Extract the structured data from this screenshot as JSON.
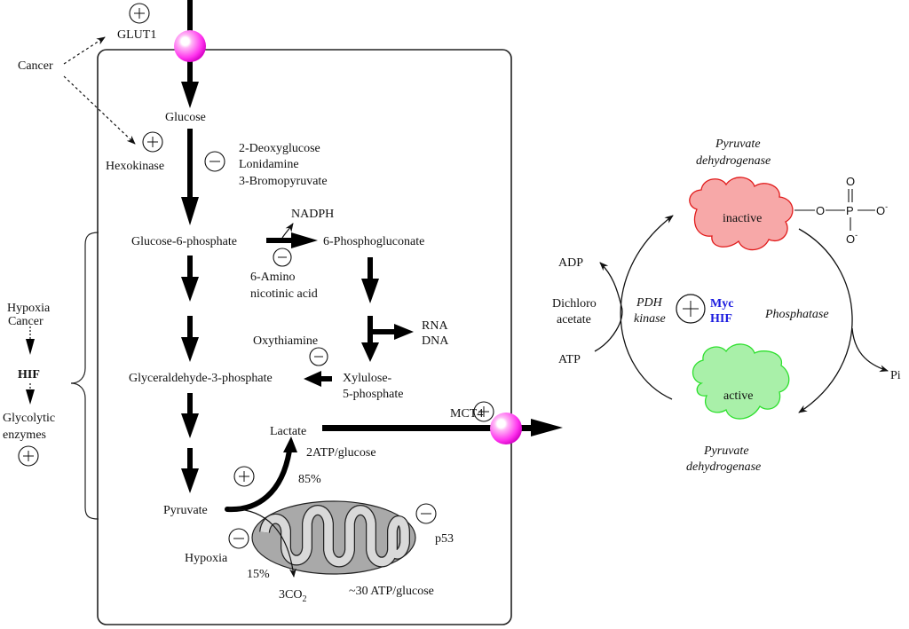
{
  "left_panel": {
    "cancer": "Cancer",
    "glut1": "GLUT1",
    "hexokinase": "Hexokinase",
    "glucose": "Glucose",
    "inhibitors": [
      "2-Deoxyglucose",
      "Lonidamine",
      "3-Bromopyruvate"
    ],
    "glucose_6_phosphate": "Glucose-6-phosphate",
    "nadph": "NADPH",
    "phosphogluconate": "6-Phosphogluconate",
    "amino_nicotinic": [
      "6-Amino",
      "nicotinic acid"
    ],
    "rna": "RNA",
    "dna": "DNA",
    "oxythiamine": "Oxythiamine",
    "xylulose": [
      "Xylulose-",
      "5-phosphate"
    ],
    "glyceraldehyde": "Glyceraldehyde-3-phosphate",
    "mct4": "MCT4",
    "lactate": "Lactate",
    "atp_glycolysis": "2ATP/glucose",
    "pct_85": "85%",
    "pyruvate": "Pyruvate",
    "hypoxia_mito": "Hypoxia",
    "pct_15": "15%",
    "co2_main": "3CO",
    "co2_sub": "2",
    "p53": "p53",
    "atp_oxphos": "~30 ATP/glucose",
    "side": {
      "hypoxia": "Hypoxia",
      "cancer": "Cancer",
      "hif": "HIF",
      "glycolytic": [
        "Glycolytic",
        "enzymes"
      ]
    },
    "plus_symbol": "+",
    "minus_symbol": "−"
  },
  "right_panel": {
    "pdh_top": [
      "Pyruvate",
      "dehydrogenase"
    ],
    "inactive": "inactive",
    "active": "active",
    "pdh_bottom": [
      "Pyruvate",
      "dehydrogenase"
    ],
    "adp": "ADP",
    "dichloroacetate": [
      "Dichloro",
      "acetate"
    ],
    "atp": "ATP",
    "pdh_kinase": [
      "PDH",
      "kinase"
    ],
    "myc": "Myc",
    "hif": "HIF",
    "phosphatase": "Phosphatase",
    "pi": "Pi",
    "phosphate_group": {
      "o1": "O",
      "p": "P",
      "o_top": "O",
      "o_right": "O",
      "o_bottom": "O",
      "charge": "-"
    }
  },
  "colors": {
    "transporter": "#ff33ee",
    "inactive_fill": "#f7a8a8",
    "inactive_stroke": "#e11b1b",
    "active_fill": "#a9f0a9",
    "active_stroke": "#2ee02e",
    "mito_outer": "#a9a9a9",
    "mito_inner": "#d9d9d9",
    "accent_blue": "#1a1adf"
  }
}
